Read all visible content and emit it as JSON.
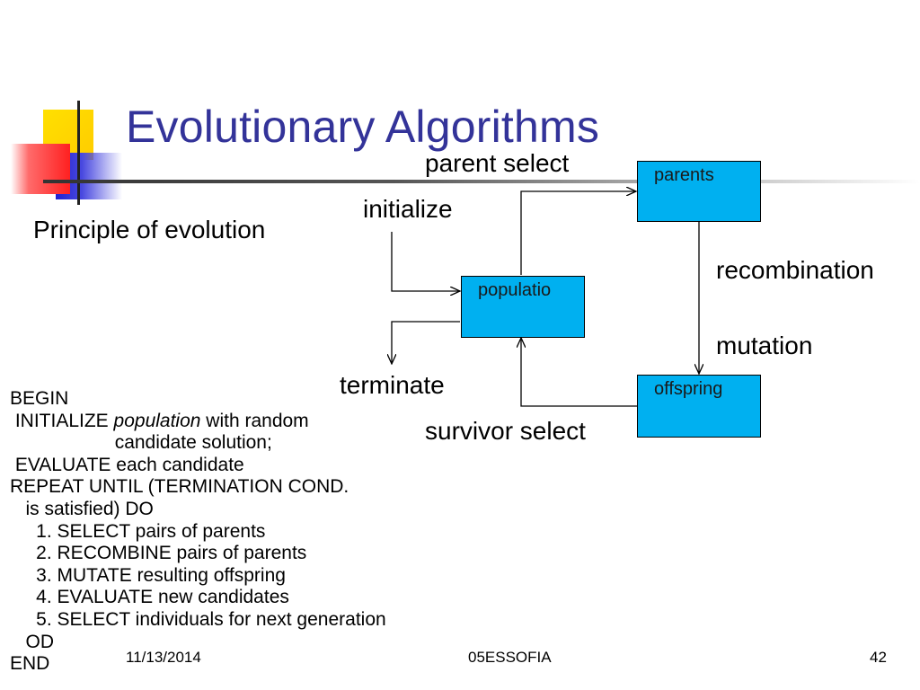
{
  "slide": {
    "title": "Evolutionary Algorithms",
    "subtitle": "Principle of evolution"
  },
  "diagram": {
    "labels": {
      "parent_select": "parent select",
      "initialize": "initialize",
      "recombination": "recombination",
      "mutation": "mutation",
      "terminate": "terminate",
      "survivor_select": "survivor select"
    },
    "boxes": {
      "parents": "parents",
      "population": "populatio",
      "offspring": "offspring"
    },
    "box_color": "#00b0f0"
  },
  "pseudocode": {
    "line1": "BEGIN",
    "line2_pre": " INITIALIZE ",
    "line2_em": "population",
    "line2_post": " with random",
    "line3": "                    candidate solution;",
    "line4": " EVALUATE each candidate",
    "line5": "REPEAT UNTIL (TERMINATION COND.",
    "line6": "   is satisfied) DO",
    "line7": "     1. SELECT pairs of parents",
    "line8": "     2. RECOMBINE pairs of parents",
    "line9": "     3. MUTATE resulting offspring",
    "line10": "     4. EVALUATE new candidates",
    "line11": "     5. SELECT individuals for next generation",
    "line12": "   OD",
    "line13": "END"
  },
  "footer": {
    "date": "11/13/2014",
    "author": "05ESSOFIA",
    "page": "42"
  },
  "colors": {
    "title": "#333399"
  }
}
